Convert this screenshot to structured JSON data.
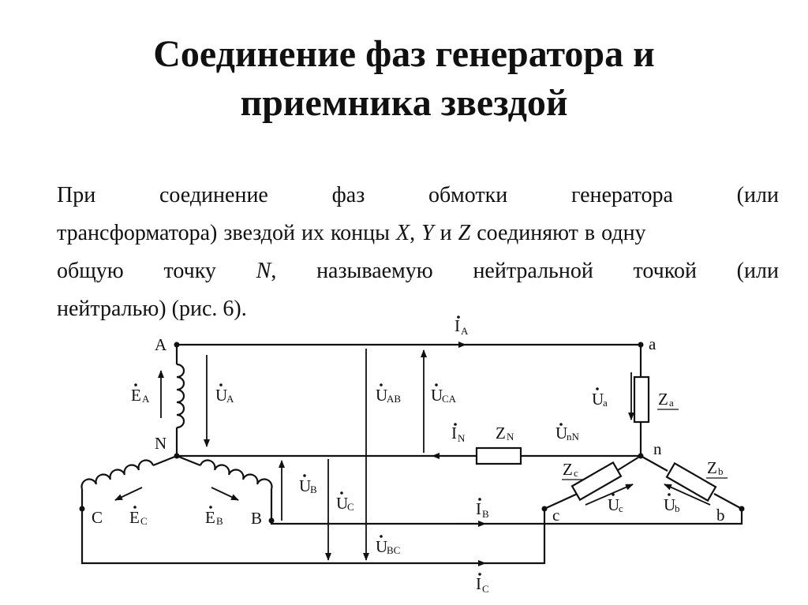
{
  "title": {
    "line1": "Соединение фаз генератора и",
    "line2": "приемника звездой"
  },
  "paragraph": {
    "l1_w": [
      "При",
      "соединение",
      "фаз",
      "обмотки",
      "генератора",
      "(или"
    ],
    "l2_a": "трансформатора) звездой их концы ",
    "l2_x": "X",
    "l2_b": ", ",
    "l2_y": "Y",
    "l2_c": " и ",
    "l2_z": "Z",
    "l2_d": " соединяют в одну",
    "l3_w": [
      "общую",
      "точку"
    ],
    "l3_n": "N",
    "l3_rest": [
      "называемую",
      "нейтральной",
      "точкой",
      "(или"
    ],
    "l4": "нейтралью) (рис. 6)."
  },
  "diagram": {
    "nodes": {
      "A": "A",
      "N": "N",
      "B": "B",
      "C": "C",
      "a": "a",
      "n": "n",
      "b": "b",
      "c": "c"
    },
    "quantities": {
      "E": "E",
      "U": "U",
      "I": "I",
      "Z": "Z",
      "sub_A": "A",
      "sub_B": "B",
      "sub_C": "C",
      "sub_AB": "AB",
      "sub_CA": "CA",
      "sub_BC": "BC",
      "sub_a": "a",
      "sub_b": "b",
      "sub_c": "c",
      "sub_N": "N",
      "sub_nN": "nN"
    }
  }
}
